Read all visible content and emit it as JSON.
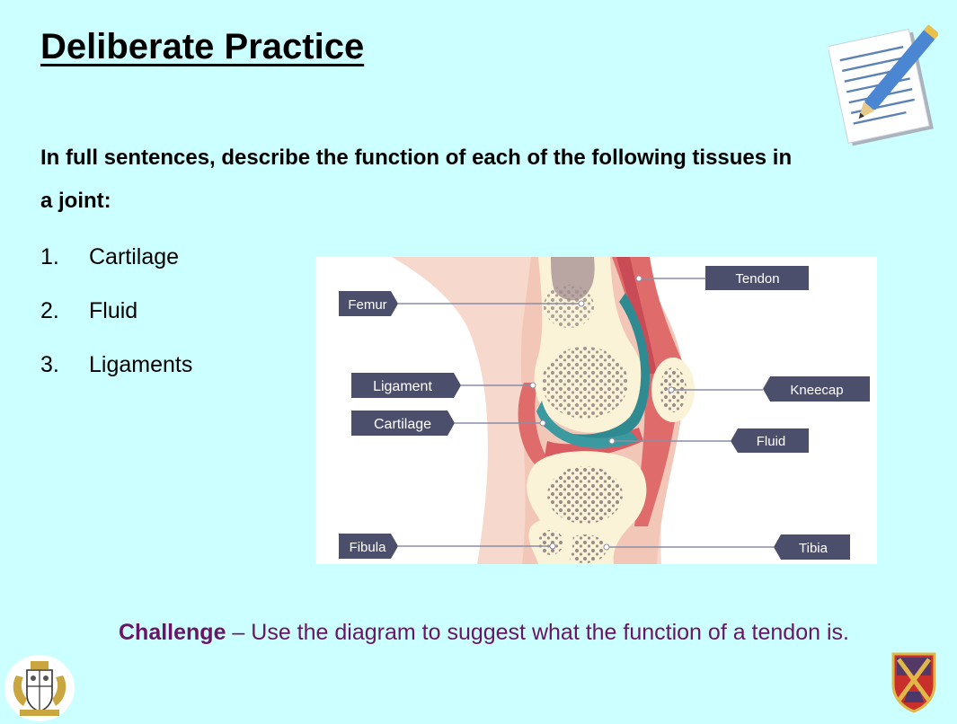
{
  "slide": {
    "title": "Deliberate Practice",
    "instruction": "In full sentences, describe the function of each of the following tissues in a joint:",
    "items": [
      {
        "num": "1.",
        "label": "Cartilage"
      },
      {
        "num": "2.",
        "label": "Fluid"
      },
      {
        "num": "3.",
        "label": "Ligaments"
      }
    ],
    "challenge_label": "Challenge",
    "challenge_text": " – Use the diagram to suggest what the function of a tendon is."
  },
  "diagram": {
    "labels": {
      "tendon": "Tendon",
      "femur": "Femur",
      "ligament": "Ligament",
      "cartilage": "Cartilage",
      "kneecap": "Kneecap",
      "fluid": "Fluid",
      "fibula": "Fibula",
      "tibia": "Tibia"
    }
  },
  "icons": [
    "notepad-pencil-icon",
    "school-crest-icon",
    "shield-crest-icon"
  ],
  "colors": {
    "background": "#ccffff",
    "challenge": "#6a1466",
    "label_box": "#4c4f6b"
  }
}
